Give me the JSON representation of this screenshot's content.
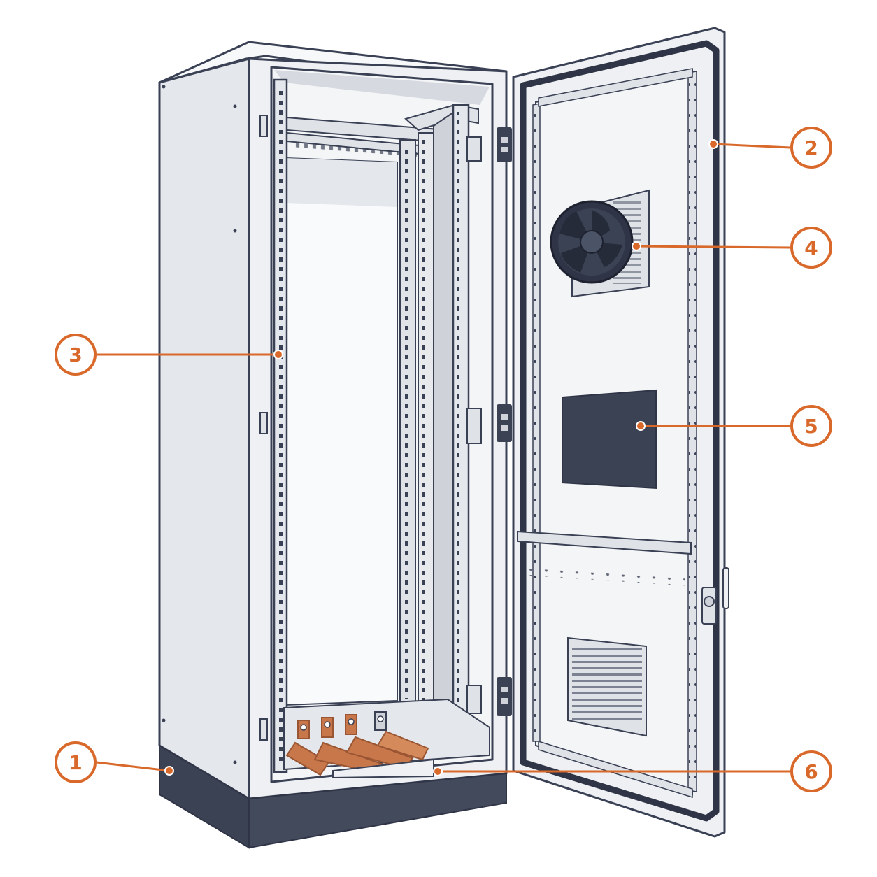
{
  "colors": {
    "accent": "#d9692a",
    "outline": "#3a4155",
    "panel": "#eef0f3",
    "panel_dark": "#dfe2e7",
    "interior": "#f4f5f6",
    "plinth": "#3b4254",
    "gasket": "#2f3546",
    "copper": "#c8774a",
    "copper_dark": "#9a5532",
    "metal": "#cfd3d9"
  },
  "callouts": [
    {
      "id": "1",
      "label": "1",
      "target": "plinth"
    },
    {
      "id": "2",
      "label": "2",
      "target": "door-seal"
    },
    {
      "id": "3",
      "label": "3",
      "target": "mounting-rail"
    },
    {
      "id": "4",
      "label": "4",
      "target": "fan"
    },
    {
      "id": "5",
      "label": "5",
      "target": "door-panel"
    },
    {
      "id": "6",
      "label": "6",
      "target": "busbars"
    }
  ]
}
